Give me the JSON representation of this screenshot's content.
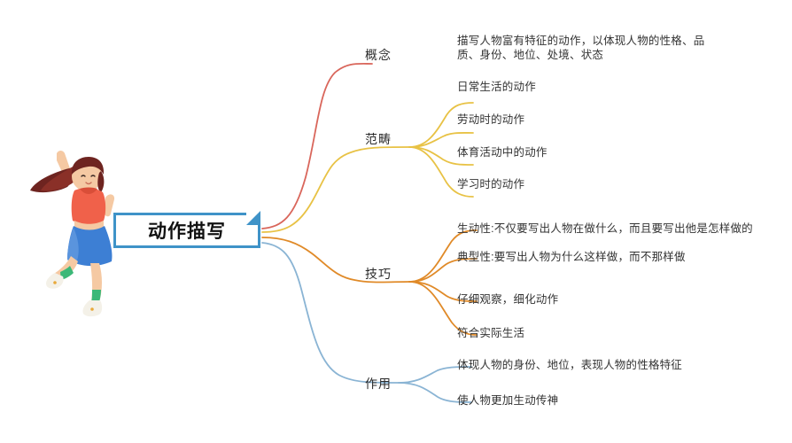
{
  "mindmap": {
    "center": {
      "label": "动作描写",
      "border_color": "#3f93c8"
    },
    "branches": [
      {
        "label": "概念",
        "color": "#d9665b",
        "children": [
          {
            "text": "描写人物富有特征的动作，以体现人物的性格、品质、身份、地位、处境、状态"
          }
        ]
      },
      {
        "label": "范畴",
        "color": "#e8c245",
        "children": [
          {
            "text": "日常生活的动作"
          },
          {
            "text": "劳动时的动作"
          },
          {
            "text": "体育活动中的动作"
          },
          {
            "text": "学习时的动作"
          }
        ]
      },
      {
        "label": "技巧",
        "color": "#e08a28",
        "children": [
          {
            "text": "生动性:不仅要写出人物在做什么，而且要写出他是怎样做的"
          },
          {
            "text": "典型性:要写出人物为什么这样做，而不那样做"
          },
          {
            "text": "仔细观察，细化动作"
          },
          {
            "text": "符合实际生活"
          }
        ]
      },
      {
        "label": "作用",
        "color": "#8ab4d4",
        "children": [
          {
            "text": "体现人物的身份、地位，表现人物的性格特征"
          },
          {
            "text": "使人物更加生动传神"
          }
        ]
      }
    ],
    "illustration": {
      "name": "jumping-girl-illustration",
      "hair_color": "#6e2420",
      "top_color": "#f0614a",
      "skirt_color": "#3d7fd4",
      "skin_color": "#f5c9a3",
      "shoe_color": "#f4f1e8",
      "sock_color": "#3cb878"
    }
  }
}
